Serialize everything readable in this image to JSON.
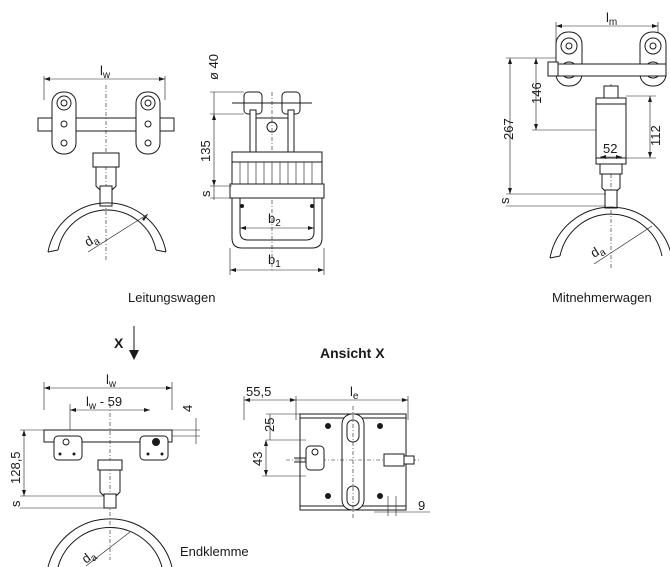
{
  "captions": {
    "leitungswagen": "Leitungswagen",
    "mitnehmerwagen": "Mitnehmerwagen",
    "endklemme": "Endklemme",
    "ansicht": "Ansicht X",
    "x_marker": "X"
  },
  "dims": {
    "lw": "l",
    "lw_sub": "w",
    "lm": "l",
    "lm_sub": "m",
    "le": "l",
    "le_sub": "e",
    "da": "d",
    "da_sub": "a",
    "b1": "b",
    "b1_sub": "1",
    "b2": "b",
    "b2_sub": "2",
    "phi40": "ø 40",
    "d135": "135",
    "s": "s",
    "d146": "146",
    "d267": "267",
    "d52": "52",
    "d112": "112",
    "lw59": "l",
    "lw59_sub": "w",
    "lw59_tail": " - 59",
    "d4": "4",
    "d128": "128,5",
    "d55": "55,5",
    "d25": "25",
    "d43": "43",
    "d9": "9"
  }
}
